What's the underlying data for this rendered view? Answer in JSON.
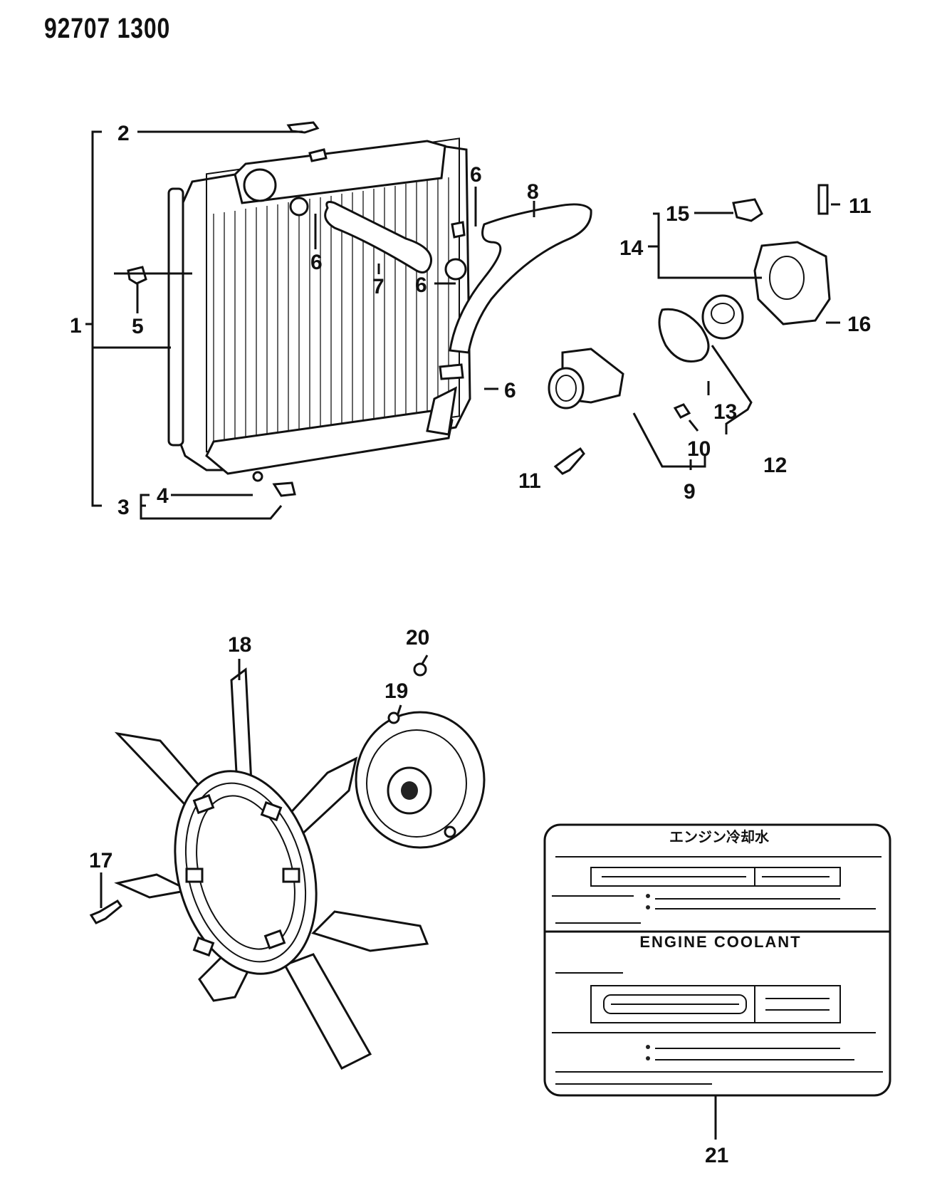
{
  "document": {
    "code": "92707 1300"
  },
  "callouts": {
    "c1": "1",
    "c2": "2",
    "c3": "3",
    "c4": "4",
    "c5": "5",
    "c6": "6",
    "c7": "7",
    "c8": "8",
    "c9": "9",
    "c10": "10",
    "c11": "11",
    "c12": "12",
    "c13": "13",
    "c14": "14",
    "c15": "15",
    "c16": "16",
    "c17": "17",
    "c18": "18",
    "c19": "19",
    "c20": "20",
    "c21": "21"
  },
  "label_plate": {
    "heading_jp": "エンジン冷却水",
    "heading_en": "ENGINE COOLANT"
  }
}
